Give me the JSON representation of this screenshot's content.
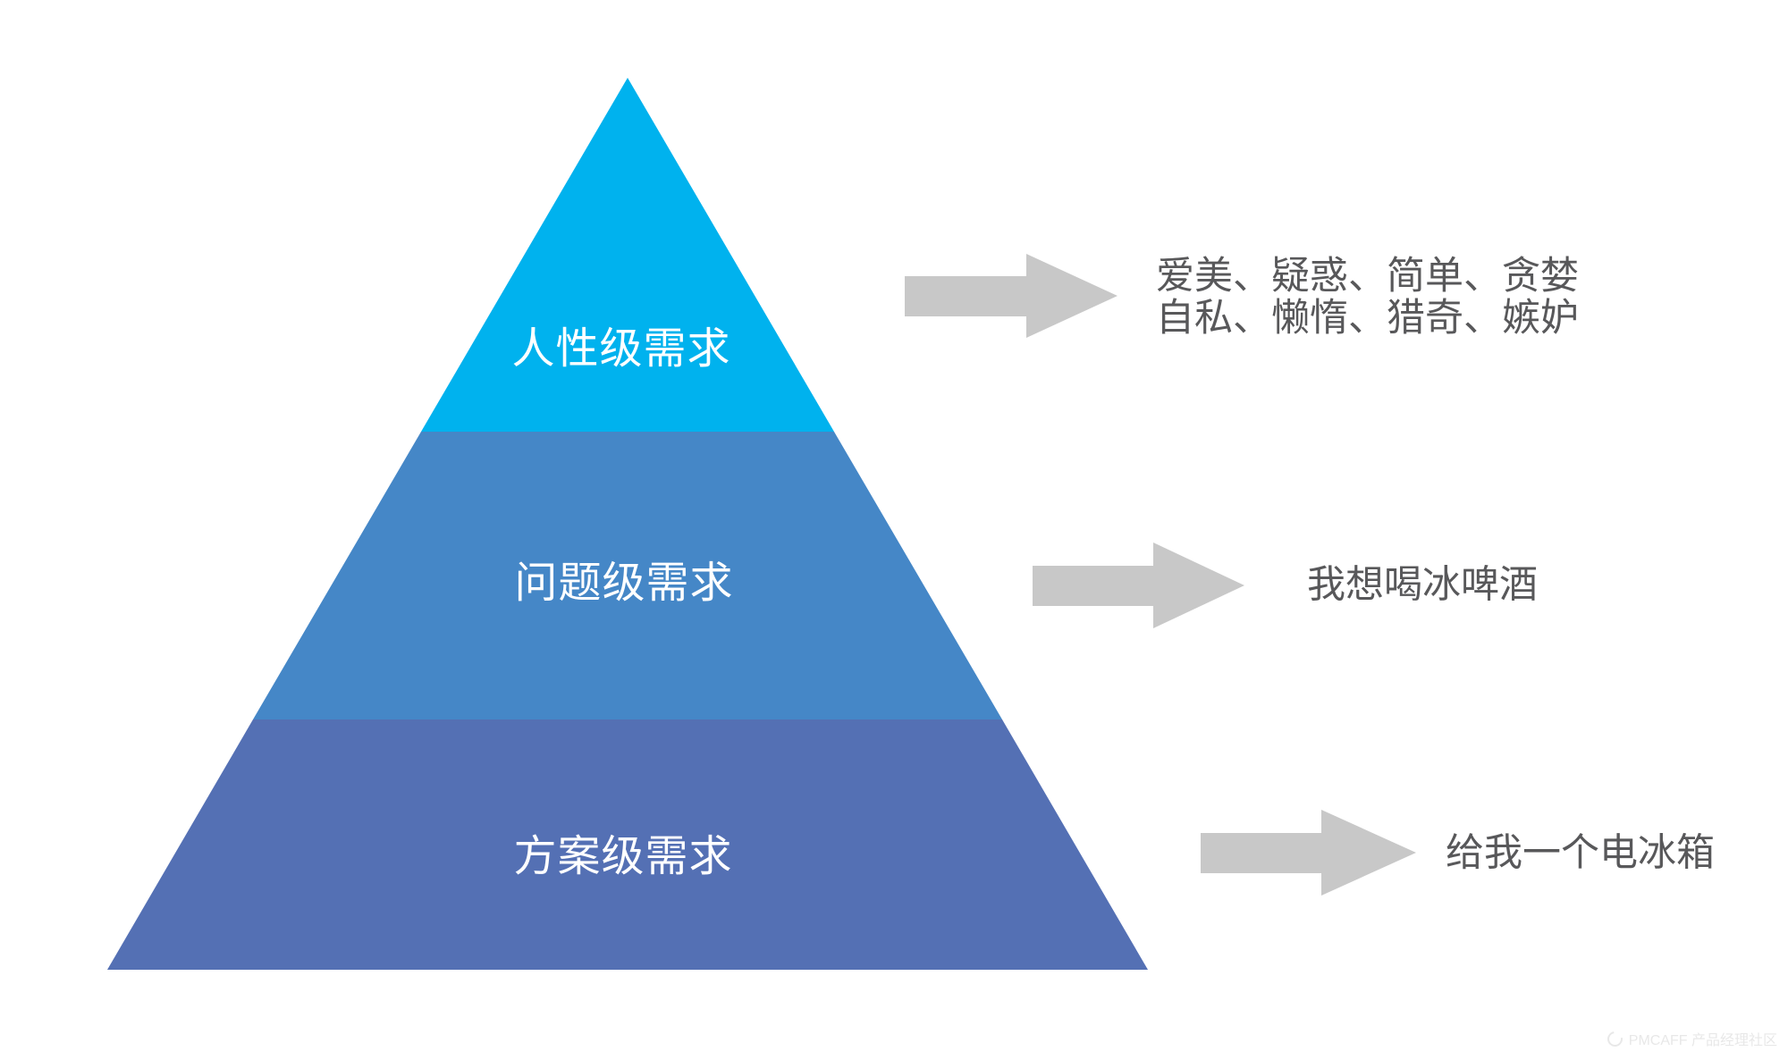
{
  "pyramid": {
    "levels": [
      {
        "label": "人性级需求",
        "color": "#00b2ee"
      },
      {
        "label": "问题级需求",
        "color": "#4587c7"
      },
      {
        "label": "方案级需求",
        "color": "#5470b4"
      }
    ],
    "label_color": "#ffffff"
  },
  "annotations": [
    {
      "lines": [
        "爱美、疑惑、简单、贪婪",
        "自私、懒惰、猎奇、嫉妒"
      ]
    },
    {
      "lines": [
        "我想喝冰啤酒"
      ]
    },
    {
      "lines": [
        "给我一个电冰箱"
      ]
    }
  ],
  "arrows": {
    "color": "#c8c8c8"
  },
  "text_color": "#58585a",
  "watermark": {
    "text": "PMCAFF 产品经理社区",
    "color": "#e8e8e8"
  }
}
